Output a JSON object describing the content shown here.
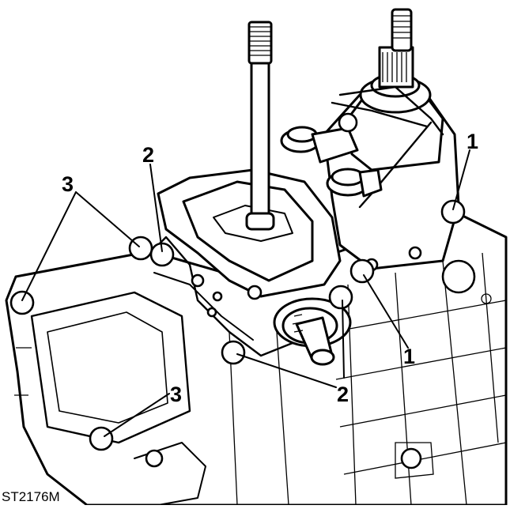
{
  "figure": {
    "reference_code": "ST2176M",
    "callouts": [
      {
        "id": "c1a",
        "label": "1"
      },
      {
        "id": "c1b",
        "label": "1"
      },
      {
        "id": "c2a",
        "label": "2"
      },
      {
        "id": "c2b",
        "label": "2"
      },
      {
        "id": "c3a",
        "label": "3"
      },
      {
        "id": "c3b",
        "label": "3"
      }
    ]
  }
}
